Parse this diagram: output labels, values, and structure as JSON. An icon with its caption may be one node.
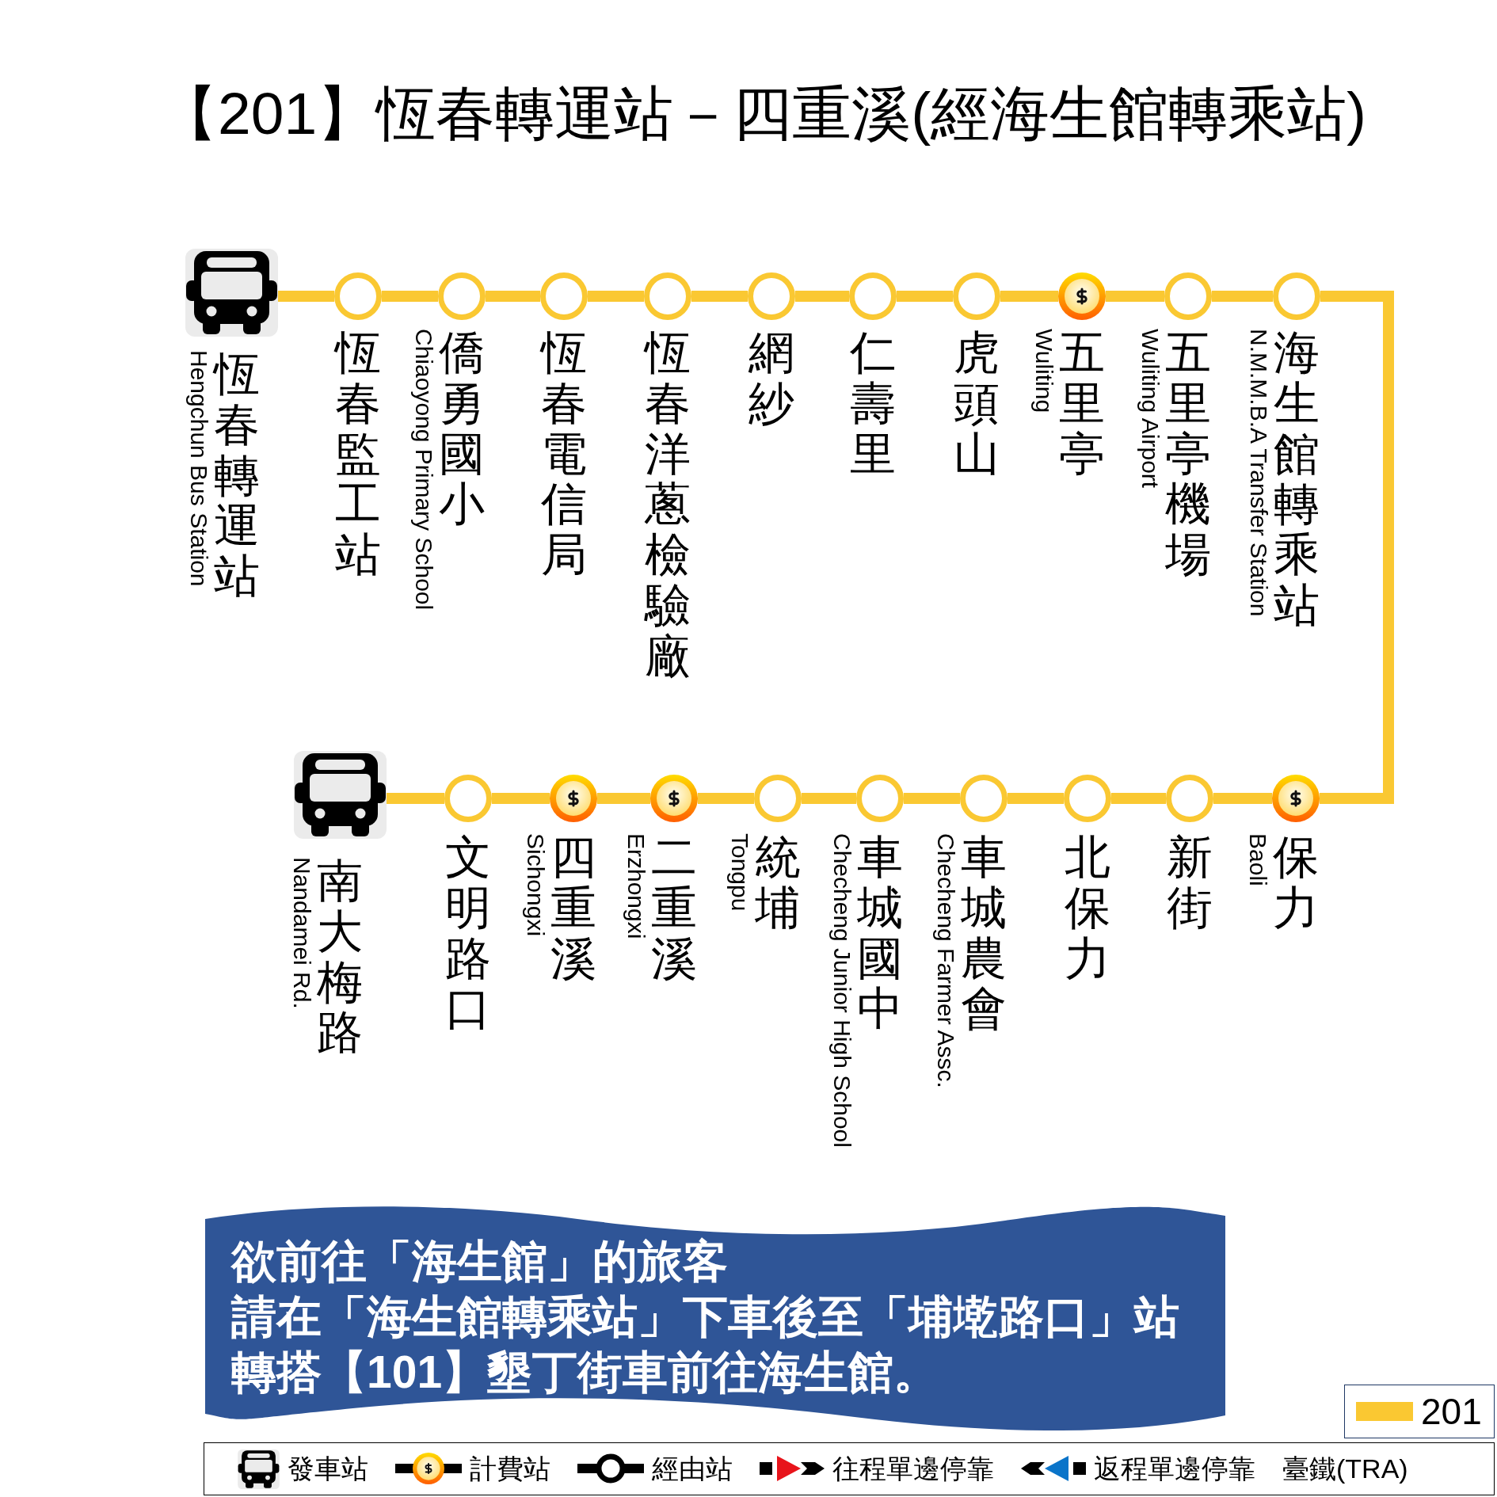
{
  "diagram": {
    "title": "【201】恆春轉運站－四重溪(經海生館轉乘站)",
    "nodes": [
      {
        "text": [],
        "shape": "bus",
        "beside": [
          "恆春轉運站",
          "Hengchun Bus Station"
        ]
      },
      {
        "text": [],
        "shape": "circle",
        "beside": [
          "恆春監工站"
        ]
      },
      {
        "text": [],
        "shape": "circle",
        "beside": [
          "僑勇國小",
          "Chiaoyong Primary School"
        ]
      },
      {
        "text": [],
        "shape": "circle",
        "beside": [
          "恆春電信局"
        ]
      },
      {
        "text": [],
        "shape": "circle",
        "beside": [
          "恆春洋蔥檢驗廠"
        ]
      },
      {
        "text": [],
        "shape": "circle",
        "beside": [
          "網紗"
        ]
      },
      {
        "text": [],
        "shape": "circle",
        "beside": [
          "仁壽里"
        ]
      },
      {
        "text": [],
        "shape": "circle",
        "beside": [
          "虎頭山"
        ]
      },
      {
        "text": [],
        "shape": "coin",
        "beside": [
          "五里亭",
          "Wuliting"
        ]
      },
      {
        "text": [],
        "shape": "circle",
        "beside": [
          "五里亭機場",
          "Wuliting Airport"
        ]
      },
      {
        "text": [],
        "shape": "circle",
        "beside": [
          "海生館轉乘站",
          "N.M.M.B.A Transfer Station"
        ]
      },
      {
        "text": [],
        "shape": "bus",
        "beside": [
          "南大梅路",
          "Nandamei Rd."
        ]
      },
      {
        "text": [],
        "shape": "circle",
        "beside": [
          "文明路口"
        ]
      },
      {
        "text": [],
        "shape": "coin",
        "beside": [
          "四重溪",
          "Sichongxi"
        ]
      },
      {
        "text": [],
        "shape": "coin",
        "beside": [
          "二重溪",
          "Erzhongxi"
        ]
      },
      {
        "text": [],
        "shape": "circle",
        "beside": [
          "統埔",
          "Tongpu"
        ]
      },
      {
        "text": [],
        "shape": "circle",
        "beside": [
          "車城國中",
          "Checheng Junior High School"
        ]
      },
      {
        "text": [],
        "shape": "circle",
        "beside": [
          "車城農會",
          "Checheng Farmer Assc."
        ]
      },
      {
        "text": [],
        "shape": "circle",
        "beside": [
          "北保力"
        ]
      },
      {
        "text": [],
        "shape": "circle",
        "beside": [
          "新街"
        ]
      },
      {
        "text": [],
        "shape": "coin",
        "beside": [
          "保力",
          "Baoli"
        ]
      },
      {
        "text": [
          "欲前往「海生館」的旅客",
          "請在「海生館轉乘站」下車後至「埔墘路口」站",
          "轉搭【101】墾丁街車前往海生館。"
        ]
      }
    ],
    "edges": [
      {
        "from": 0,
        "to": 1,
        "arrow": "none"
      },
      {
        "from": 1,
        "to": 2,
        "arrow": "none"
      },
      {
        "from": 2,
        "to": 3,
        "arrow": "none"
      },
      {
        "from": 3,
        "to": 4,
        "arrow": "none"
      },
      {
        "from": 4,
        "to": 5,
        "arrow": "none"
      },
      {
        "from": 5,
        "to": 6,
        "arrow": "none"
      },
      {
        "from": 6,
        "to": 7,
        "arrow": "none"
      },
      {
        "from": 7,
        "to": 8,
        "arrow": "none"
      },
      {
        "from": 8,
        "to": 9,
        "arrow": "none"
      },
      {
        "from": 9,
        "to": 10,
        "arrow": "none"
      },
      {
        "from": 10,
        "to": 20,
        "arrow": "none"
      },
      {
        "from": 20,
        "to": 19,
        "arrow": "none"
      },
      {
        "from": 19,
        "to": 18,
        "arrow": "none"
      },
      {
        "from": 18,
        "to": 17,
        "arrow": "none"
      },
      {
        "from": 17,
        "to": 16,
        "arrow": "none"
      },
      {
        "from": 16,
        "to": 15,
        "arrow": "none"
      },
      {
        "from": 15,
        "to": 14,
        "arrow": "none"
      },
      {
        "from": 14,
        "to": 13,
        "arrow": "none"
      },
      {
        "from": 13,
        "to": 12,
        "arrow": "none"
      },
      {
        "from": 12,
        "to": 11,
        "arrow": "none"
      }
    ],
    "legend": [
      {
        "text": "201",
        "color": "#fac832"
      },
      {
        "text": "發車站"
      },
      {
        "text": "計費站"
      },
      {
        "text": "經由站"
      },
      {
        "text": "往程單邊停靠"
      },
      {
        "text": "返程單邊停靠"
      },
      {
        "text": "臺鐵(TRA)"
      }
    ]
  }
}
